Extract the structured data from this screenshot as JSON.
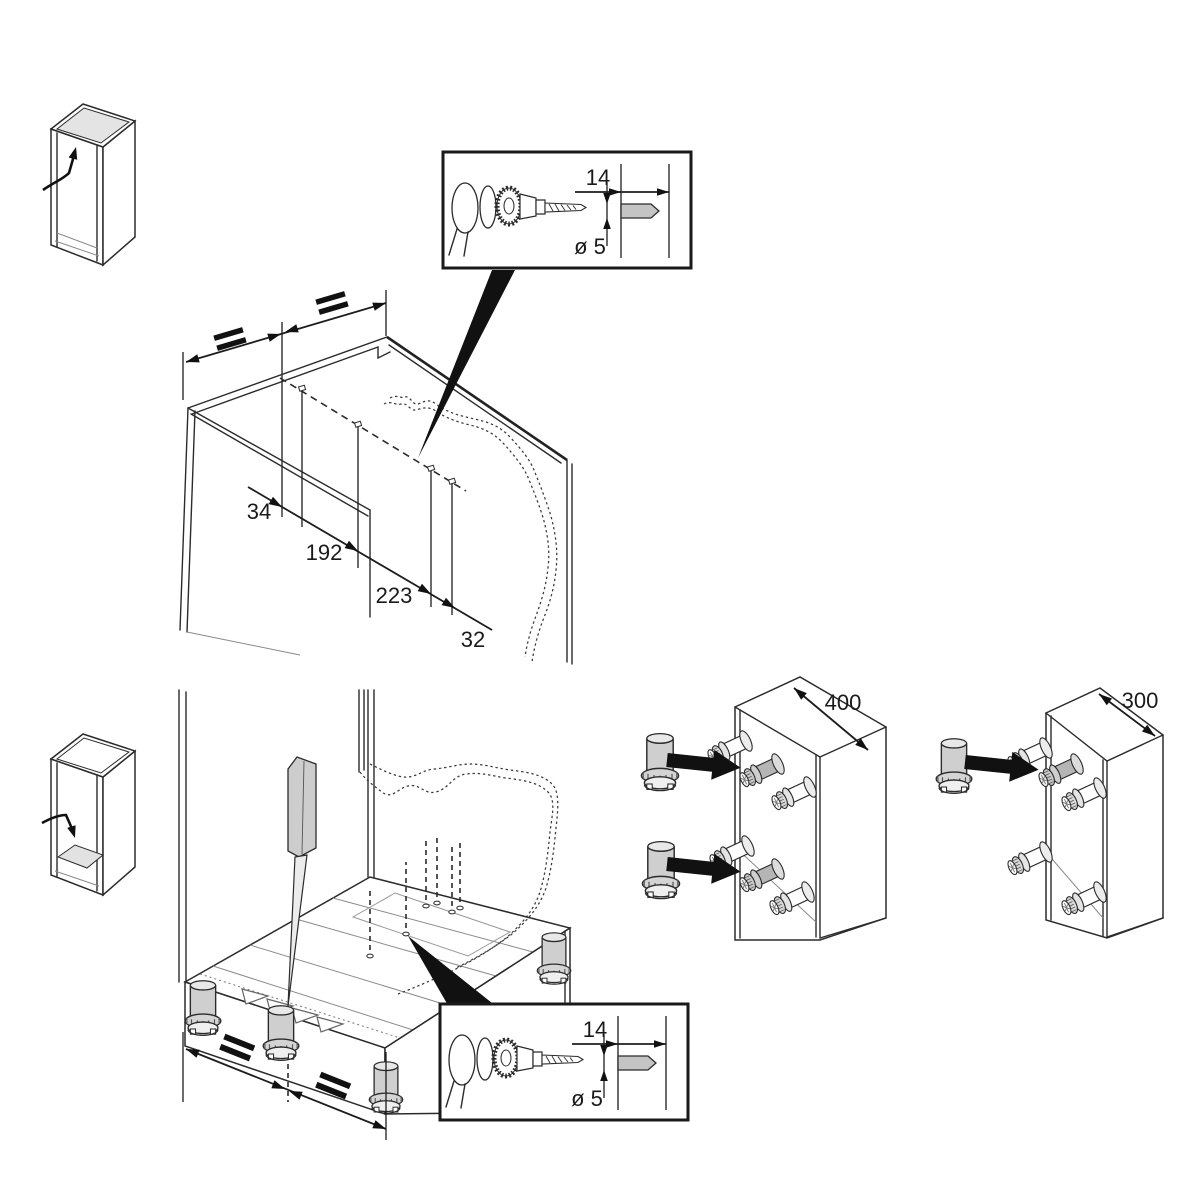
{
  "diagram": {
    "title": "cabinet-assembly-drilling-and-feet-instructions",
    "background": "#ffffff",
    "line_color": "#2b2b2b",
    "shade_color": "#d9d9d9",
    "callout_color": "#111111",
    "top_step": {
      "icon": "cabinet-top-panel-highlight-icon",
      "inset": {
        "depth": "14",
        "diameter": "ø 5"
      },
      "equal_spacing_marks": [
        "≡",
        "≡"
      ],
      "chain": [
        "34",
        "192",
        "223",
        "32"
      ]
    },
    "bottom_step": {
      "icon": "cabinet-bottom-panel-highlight-icon",
      "tool": "bradawl",
      "inset": {
        "depth": "14",
        "diameter": "ø 5"
      },
      "equal_spacing_marks": [
        "≡",
        "≡"
      ],
      "feet_shown": 4
    },
    "feet_steps": [
      {
        "depth_label": "400",
        "feet_shown": 2,
        "pegs_shown": 6
      },
      {
        "depth_label": "300",
        "feet_shown": 1,
        "pegs_shown": 5
      }
    ]
  }
}
